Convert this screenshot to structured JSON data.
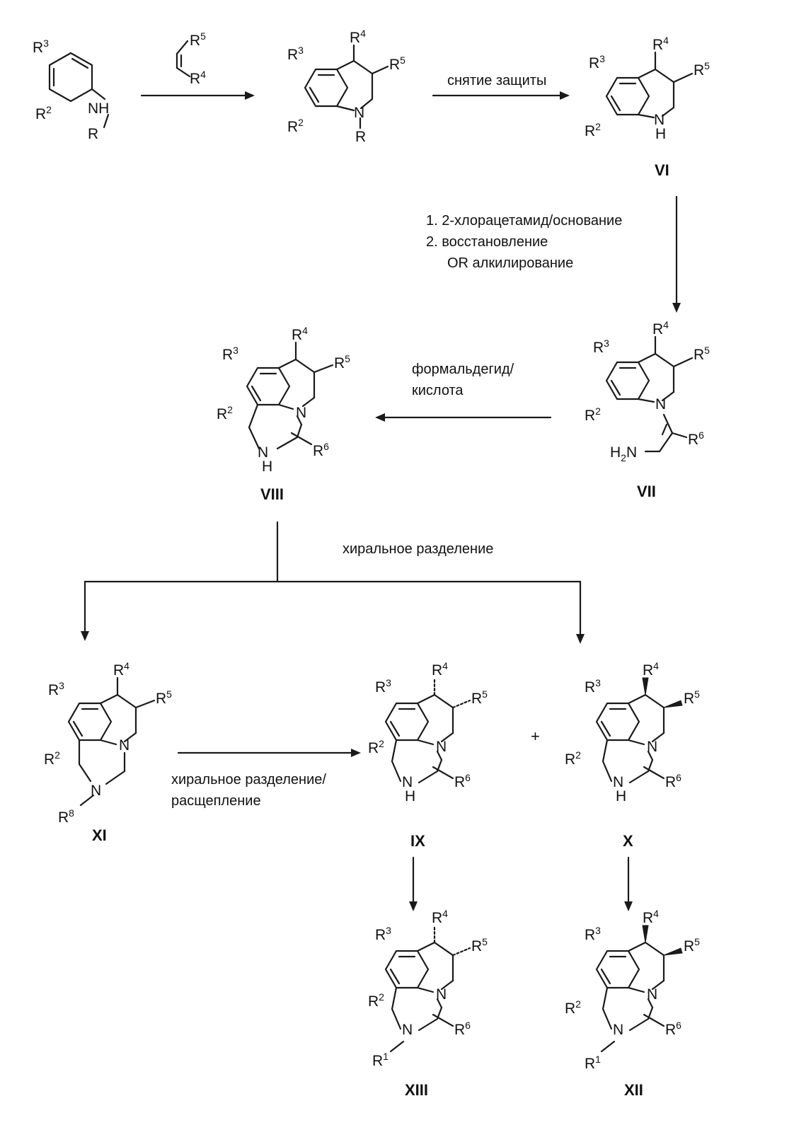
{
  "conditions": {
    "deprotection": "снятие защиты",
    "step_vi_1": "1. 2-хлорацетамид/основание",
    "step_vi_2": "2. восстановление",
    "step_vi_3": "OR алкилирование",
    "formaldehyde_1": "формальдегид/",
    "formaldehyde_2": "кислота",
    "chiral_separation": "хиральное разделение",
    "chiral_cleavage_1": "хиральное разделение/",
    "chiral_cleavage_2": "расщепление",
    "plus": "+"
  },
  "compounds": {
    "vi": "VI",
    "vii": "VII",
    "viii": "VIII",
    "ix": "IX",
    "x": "X",
    "xi": "XI",
    "xii": "XII",
    "xiii": "XIII"
  },
  "atoms": {
    "R": "R",
    "N": "N",
    "NH": "NH",
    "H": "H",
    "H2N_H": "H",
    "H2N_2": "2",
    "H2N_N": "N",
    "R1": "1",
    "R2": "2",
    "R3": "3",
    "R4": "4",
    "R5": "5",
    "R6": "6",
    "R8": "8"
  }
}
